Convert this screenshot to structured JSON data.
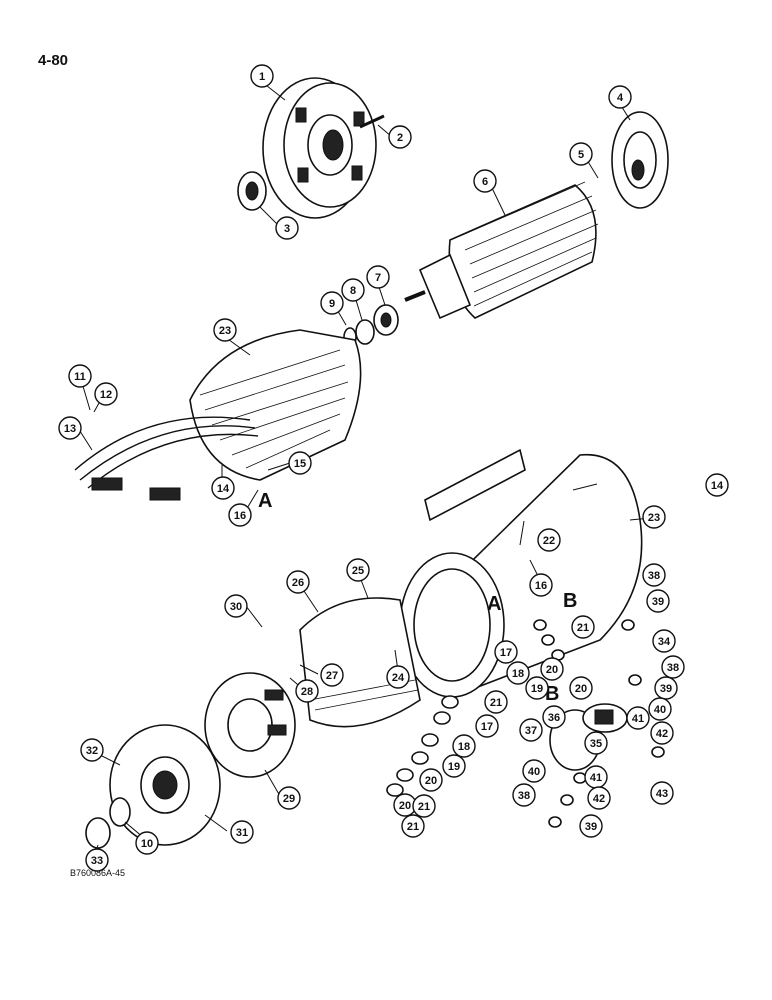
{
  "page_number": "4-80",
  "figure_code": "B760086A-45",
  "callouts": [
    "1",
    "2",
    "3",
    "4",
    "5",
    "6",
    "7",
    "8",
    "9",
    "23",
    "11",
    "12",
    "13",
    "14",
    "15",
    "16",
    "14",
    "22",
    "23",
    "16",
    "30",
    "26",
    "25",
    "27",
    "28",
    "24",
    "29",
    "32",
    "10",
    "33",
    "31",
    "17",
    "18",
    "19",
    "20",
    "21",
    "20",
    "21",
    "17",
    "18",
    "19",
    "20",
    "21",
    "20",
    "21",
    "38",
    "39",
    "34",
    "38",
    "39",
    "40",
    "36",
    "41",
    "37",
    "35",
    "42",
    "40",
    "41",
    "42",
    "43",
    "38",
    "39"
  ],
  "section_letters": [
    "A",
    "A",
    "B",
    "B"
  ]
}
